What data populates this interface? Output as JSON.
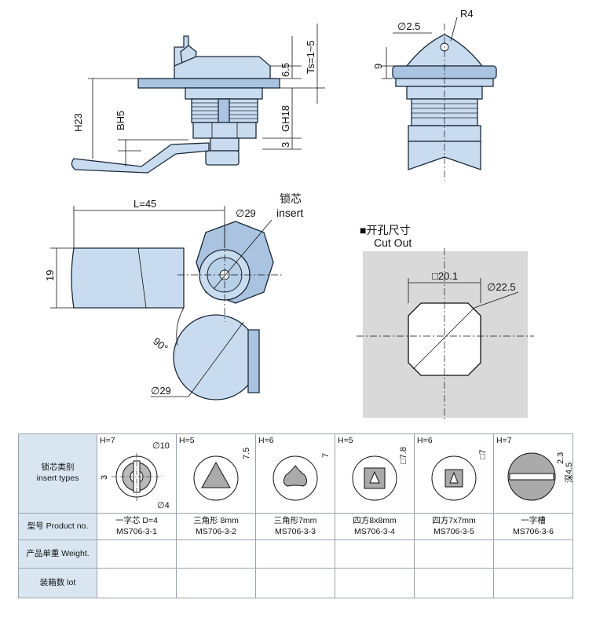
{
  "dims": {
    "r4": "R4",
    "d25": "∅2.5",
    "ts": "Ts=1~5",
    "h65": "6.5",
    "gh18": "GH18",
    "h3": "3",
    "h23": "H23",
    "bh5": "BH5",
    "h9": "9",
    "l45": "L=45",
    "d29a": "∅29",
    "d29b": "∅29",
    "h19": "19",
    "ang90": "90°",
    "sq201": "□20.1",
    "d225": "∅22.5"
  },
  "labels": {
    "insert_cn": "锁芯",
    "insert_en": "insert",
    "cutout_cn": "■开孔尺寸",
    "cutout_en": "Cut Out"
  },
  "table": {
    "row_labels": [
      "锁芯类别\ninsert types",
      "型号 Product no.",
      "产品单重 Weight.",
      "装箱数 lot"
    ],
    "columns": [
      {
        "h": "H=7",
        "name": "一字芯 D=4",
        "code": "MS706-3-1",
        "dims": [
          "∅10",
          "3",
          "∅4"
        ],
        "icon": "slot-core-icon"
      },
      {
        "h": "H=5",
        "name": "三角形 8mm",
        "code": "MS706-3-2",
        "dims": [
          "7.5"
        ],
        "icon": "triangle-core-icon"
      },
      {
        "h": "H=6",
        "name": "三角形7mm",
        "code": "MS706-3-3",
        "dims": [
          "7"
        ],
        "icon": "trefoil-core-icon"
      },
      {
        "h": "H=5",
        "name": "四方8x8mm",
        "code": "MS706-3-4",
        "dims": [
          "□7.8"
        ],
        "icon": "square-core-icon"
      },
      {
        "h": "H=6",
        "name": "四方7x7mm",
        "code": "MS706-3-5",
        "dims": [
          "□7"
        ],
        "icon": "square-core-small-icon"
      },
      {
        "h": "H=7",
        "name": "一字槽",
        "code": "MS706-3-6",
        "dims": [
          "2.3",
          "深4.5"
        ],
        "icon": "slot-groove-icon"
      }
    ]
  }
}
